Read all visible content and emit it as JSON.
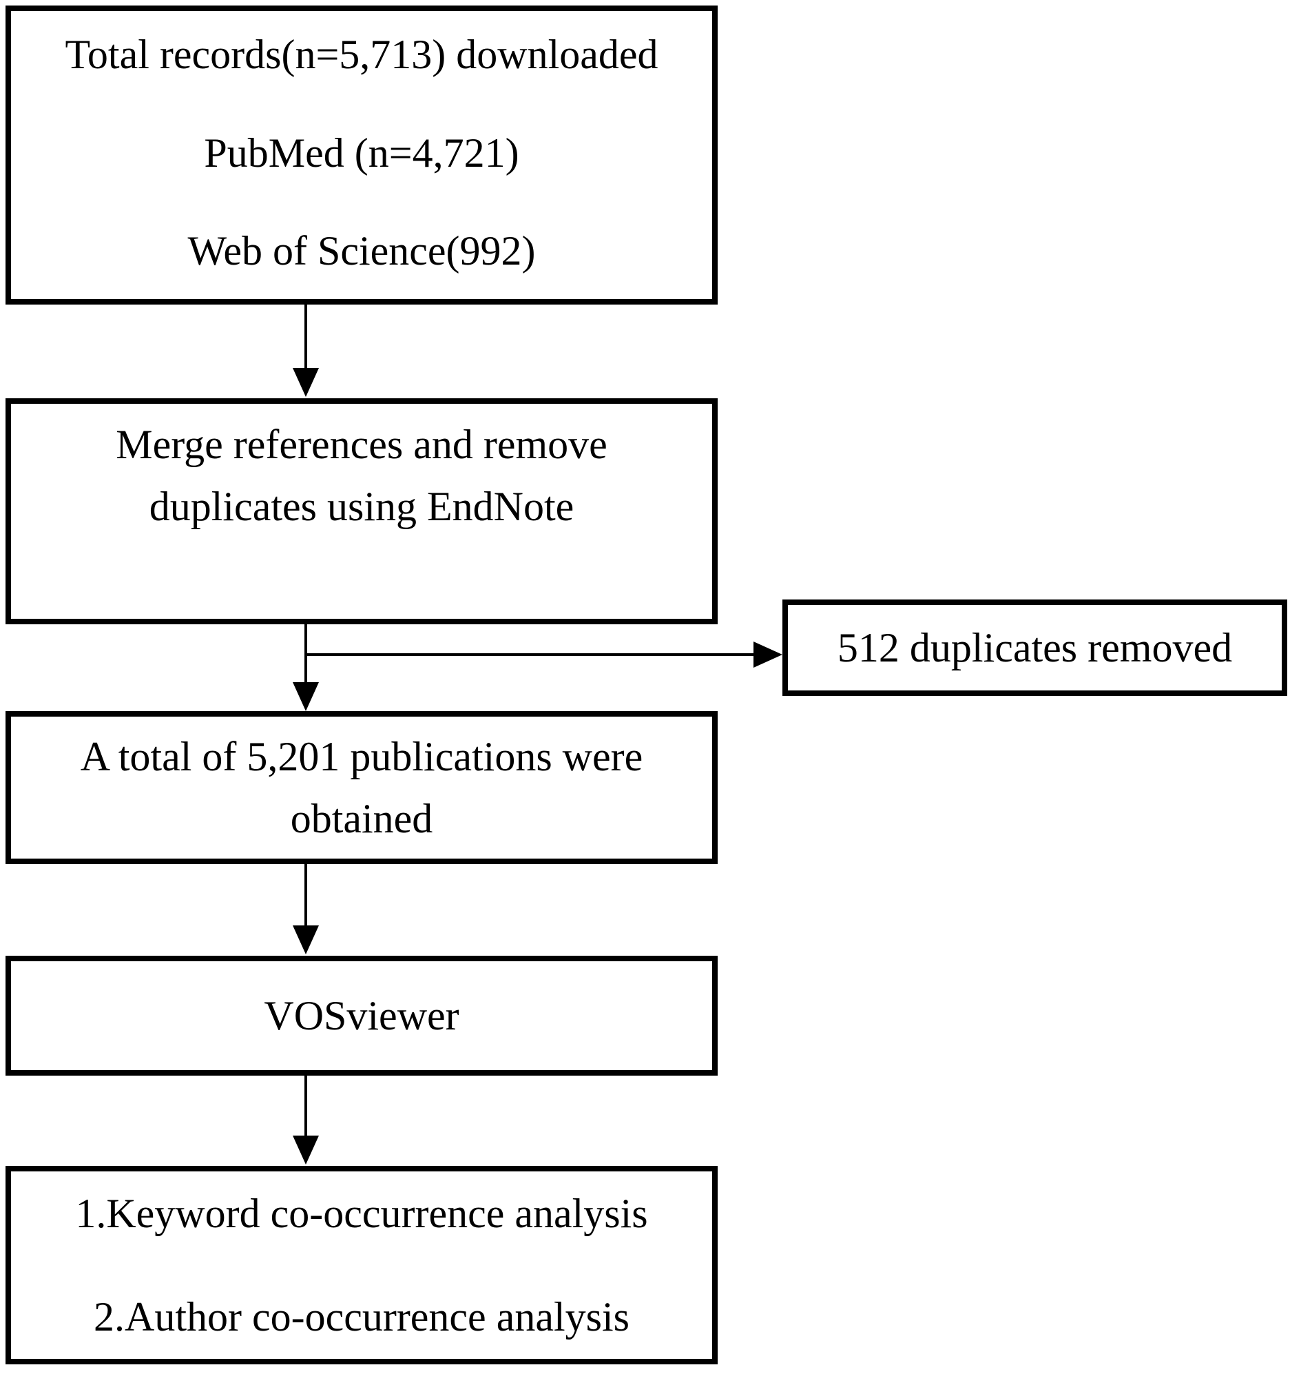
{
  "figure": {
    "background_color": "#ffffff",
    "line_color": "#000000",
    "text_color": "#000000"
  },
  "boxes": {
    "total_records": {
      "line1": "Total records(n=5,713) downloaded",
      "line2": "PubMed (n=4,721)",
      "line3": "Web of Science(992)"
    },
    "merge": {
      "line1": "Merge references and remove",
      "line2": "duplicates using EndNote"
    },
    "duplicates_removed": {
      "label": "512 duplicates removed"
    },
    "obtained": {
      "line1": "A total of 5,201 publications were",
      "line2": "obtained"
    },
    "vosviewer": {
      "label": "VOSviewer"
    },
    "analysis": {
      "line1": "1.Keyword co-occurrence analysis",
      "line2": "2.Author co-occurrence analysis"
    }
  }
}
